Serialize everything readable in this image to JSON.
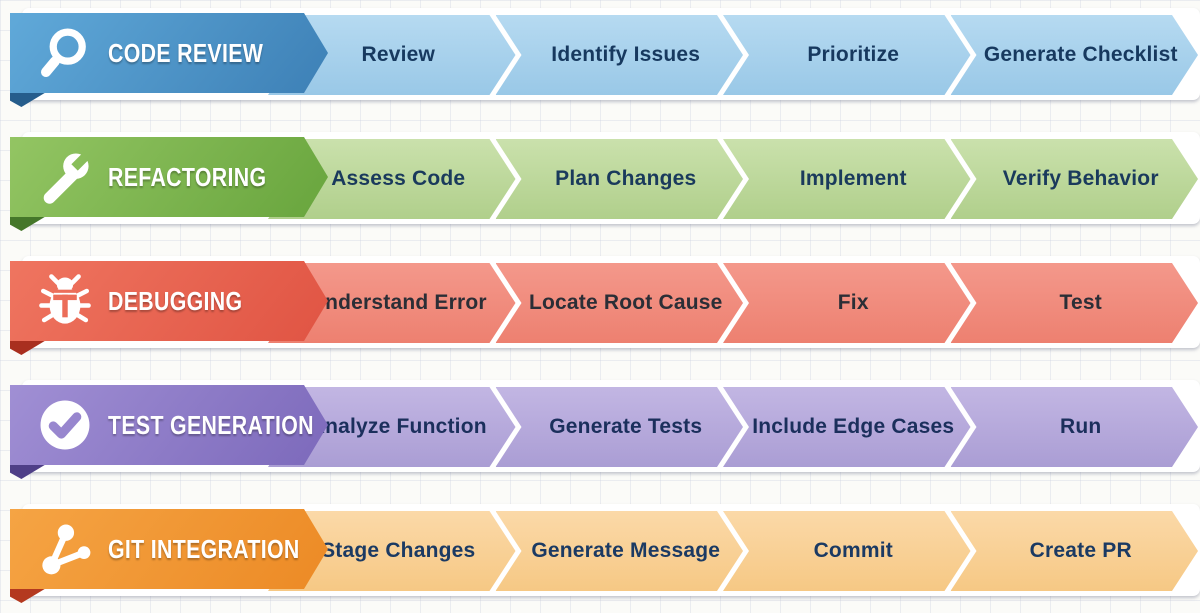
{
  "page": {
    "type": "ai-coding-workflows-infographic",
    "background": "#fbfbf8",
    "grid_line_color": "rgba(200,205,222,0.32)"
  },
  "workflows": [
    {
      "title": "CODE REVIEW",
      "icon": "magnifier-icon",
      "steps": [
        "Review",
        "Identify Issues",
        "Prioritize",
        "Generate Checklist"
      ],
      "colors": {
        "header_light": "#60a9d9",
        "header_dark": "#3d80b6",
        "fold": "#265d8c",
        "step_light": "#b6daf1",
        "step_dark": "#99c8e7",
        "step_text": "#17395f"
      }
    },
    {
      "title": "REFACTORING",
      "icon": "wrench-icon",
      "steps": [
        "Assess Code",
        "Plan Changes",
        "Implement",
        "Verify Behavior"
      ],
      "colors": {
        "header_light": "#93c563",
        "header_dark": "#68a53d",
        "fold": "#45772a",
        "step_light": "#cae1ac",
        "step_dark": "#b0cf8b",
        "step_text": "#1a3a5c"
      }
    },
    {
      "title": "DEBUGGING",
      "icon": "bug-icon",
      "steps": [
        "Understand Error",
        "Locate Root Cause",
        "Fix",
        "Test"
      ],
      "colors": {
        "header_light": "#ef7560",
        "header_dark": "#e05443",
        "fold": "#a92f1f",
        "step_light": "#f4988b",
        "step_dark": "#ed8070",
        "step_text": "#2b2e36"
      }
    },
    {
      "title": "TEST GENERATION",
      "icon": "check-circle-icon",
      "steps": [
        "Analyze Function",
        "Generate Tests",
        "Include Edge Cases",
        "Run"
      ],
      "colors": {
        "header_light": "#a08fd4",
        "header_dark": "#7c69bb",
        "fold": "#4f3f87",
        "step_light": "#c2b6e3",
        "step_dark": "#aa9dd4",
        "step_text": "#1b2f5c"
      }
    },
    {
      "title": "GIT INTEGRATION",
      "icon": "git-branch-icon",
      "steps": [
        "Stage Changes",
        "Generate Message",
        "Commit",
        "Create PR"
      ],
      "colors": {
        "header_light": "#f5a444",
        "header_dark": "#ec8a25",
        "fold": "#b4391f",
        "step_light": "#fbd9a8",
        "step_dark": "#f6c884",
        "step_text": "#1b3a63"
      }
    }
  ]
}
